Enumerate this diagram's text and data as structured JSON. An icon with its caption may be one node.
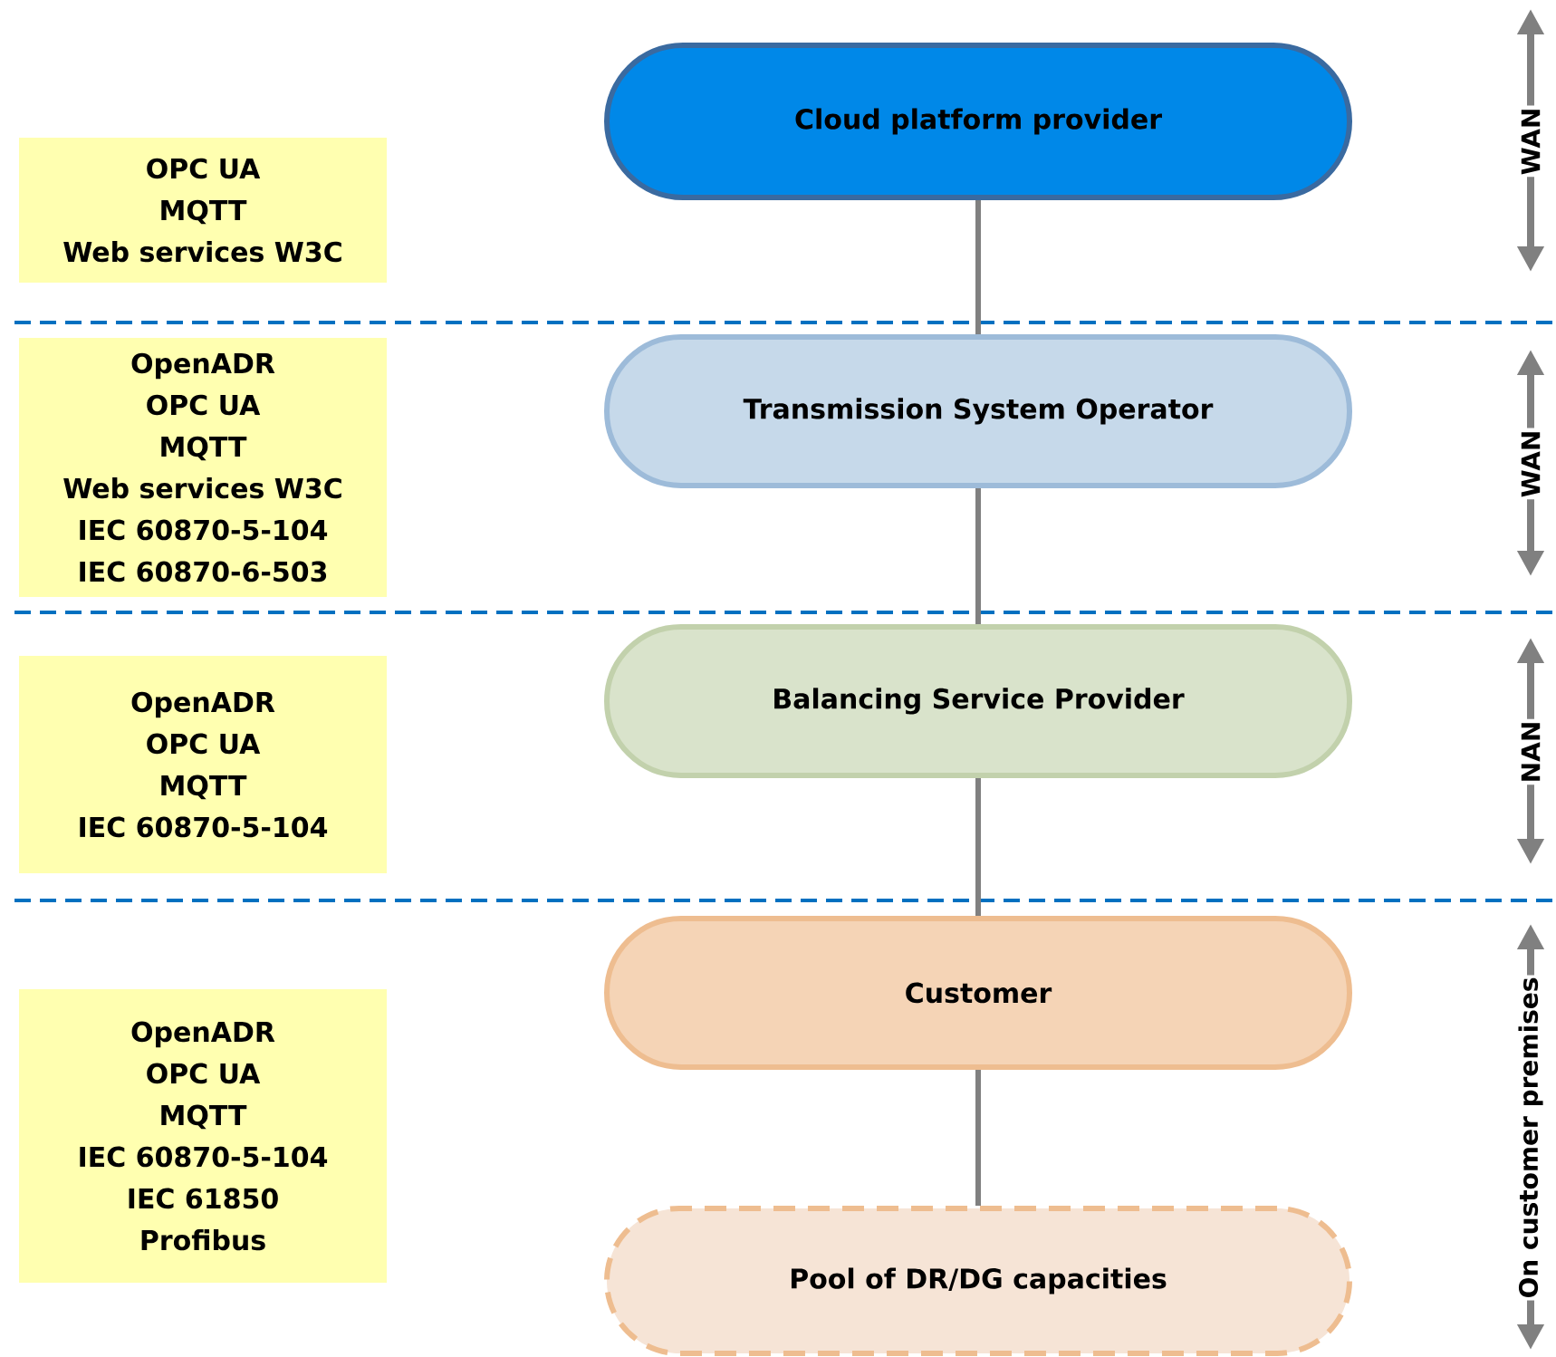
{
  "diagram": {
    "nodes": [
      {
        "text": [
          "Cloud platform provider"
        ]
      },
      {
        "text": [
          "Transmission System Operator"
        ]
      },
      {
        "text": [
          "Balancing Service Provider"
        ]
      },
      {
        "text": [
          "Customer"
        ]
      },
      {
        "text": [
          "Pool of DR/DG capacities"
        ]
      },
      {
        "text": [
          "OPC UA",
          "MQTT",
          "Web services W3C"
        ]
      },
      {
        "text": [
          "OpenADR",
          "OPC UA",
          "MQTT",
          "Web services W3C",
          "IEC 60870-5-104",
          "IEC 60870-6-503"
        ]
      },
      {
        "text": [
          "OpenADR",
          "OPC UA",
          "MQTT",
          "IEC 60870-5-104"
        ]
      },
      {
        "text": [
          "OpenADR",
          "OPC UA",
          "MQTT",
          "IEC 60870-5-104",
          "IEC 61850",
          "Profibus"
        ]
      }
    ],
    "edges": [
      {
        "from": 0,
        "to": 1,
        "arrow": "none"
      },
      {
        "from": 1,
        "to": 2,
        "arrow": "none"
      },
      {
        "from": 2,
        "to": 3,
        "arrow": "none"
      },
      {
        "from": 3,
        "to": 4,
        "arrow": "none"
      }
    ],
    "labels": [
      "WAN",
      "WAN",
      "NAN",
      "On customer premises"
    ]
  }
}
